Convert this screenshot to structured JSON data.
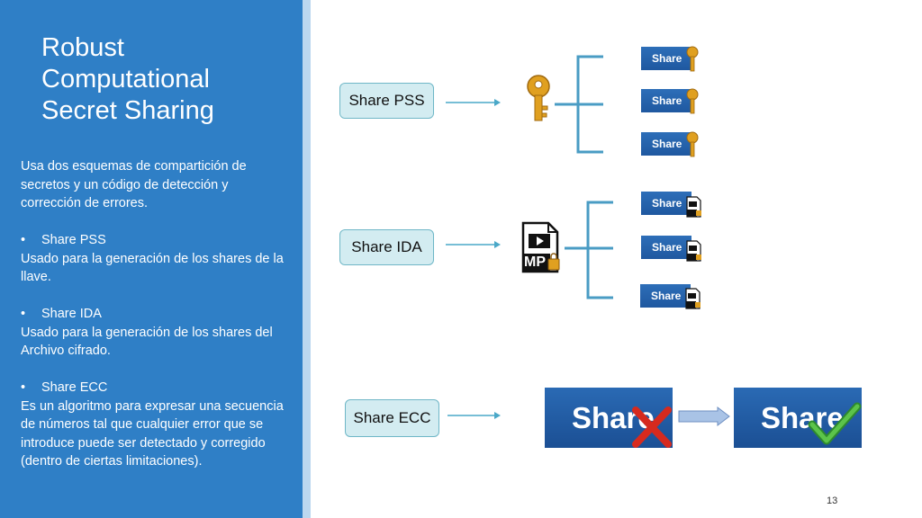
{
  "slide": {
    "title": "Robust Computational Secret Sharing",
    "page_number": "13"
  },
  "description": {
    "intro": "Usa dos esquemas de compartición de secretos y un código de  detección y corrección de errores.",
    "items": [
      {
        "bullet": "•",
        "name": "Share PSS",
        "text": "Usado para la generación de los shares de la llave."
      },
      {
        "bullet": "•",
        "name": "Share IDA",
        "text": "Usado para la generación de los shares del Archivo cifrado."
      },
      {
        "bullet": "•",
        "name": "Share ECC",
        "text": "Es un algoritmo para expresar una secuencia de números tal que cualquier error que se introduce puede ser detectado y corregido (dentro de ciertas limitaciones)."
      }
    ]
  },
  "diagram": {
    "pss_label": "Share PSS",
    "ida_label": "Share IDA",
    "ecc_label": "Share ECC",
    "share_label": "Share",
    "file_icon_text": "MP",
    "colors": {
      "sidebar": "#2f7fc6",
      "label_fill": "#d3ecf1",
      "arrow": "#4aa8c8",
      "share_blue": "#1f58a0",
      "key_gold": "#e0a020",
      "error_red": "#d62a1e",
      "check_green": "#3aa43a"
    },
    "icons": [
      "key-icon",
      "video-file-lock-icon",
      "red-x-icon",
      "green-check-icon"
    ]
  }
}
